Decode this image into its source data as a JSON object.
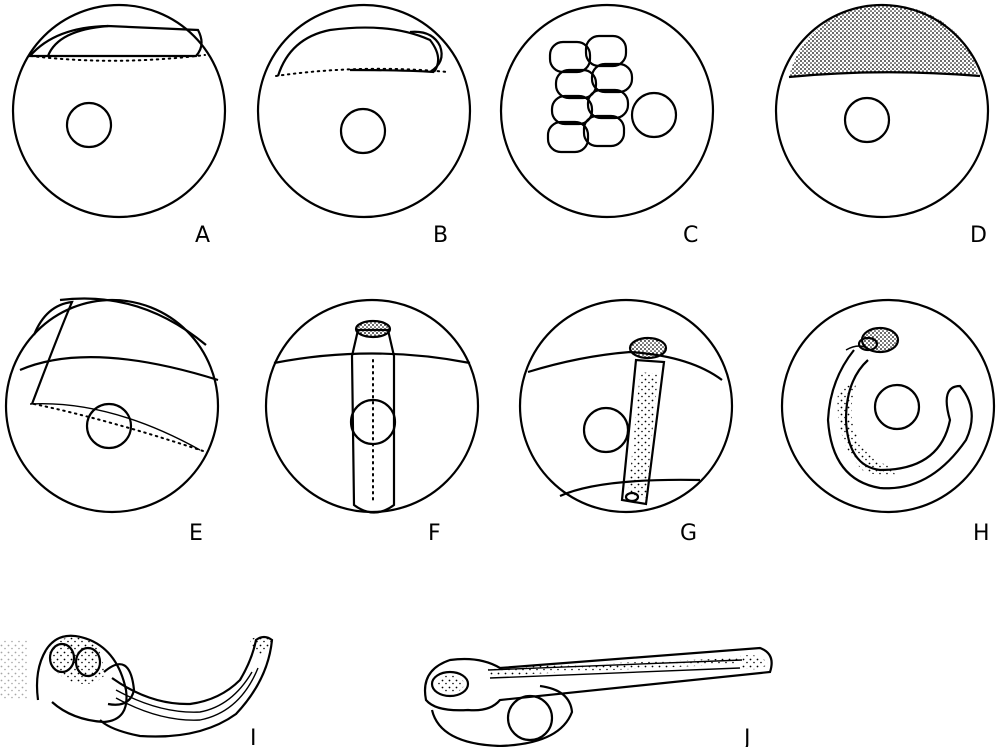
{
  "figure": {
    "panels": [
      {
        "label": "A"
      },
      {
        "label": "B"
      },
      {
        "label": "C"
      },
      {
        "label": "D"
      },
      {
        "label": "E"
      },
      {
        "label": "F"
      },
      {
        "label": "G"
      },
      {
        "label": "H"
      },
      {
        "label": "I"
      },
      {
        "label": "J"
      }
    ]
  },
  "colors": {
    "ink": "#000000",
    "background": "#ffffff"
  }
}
